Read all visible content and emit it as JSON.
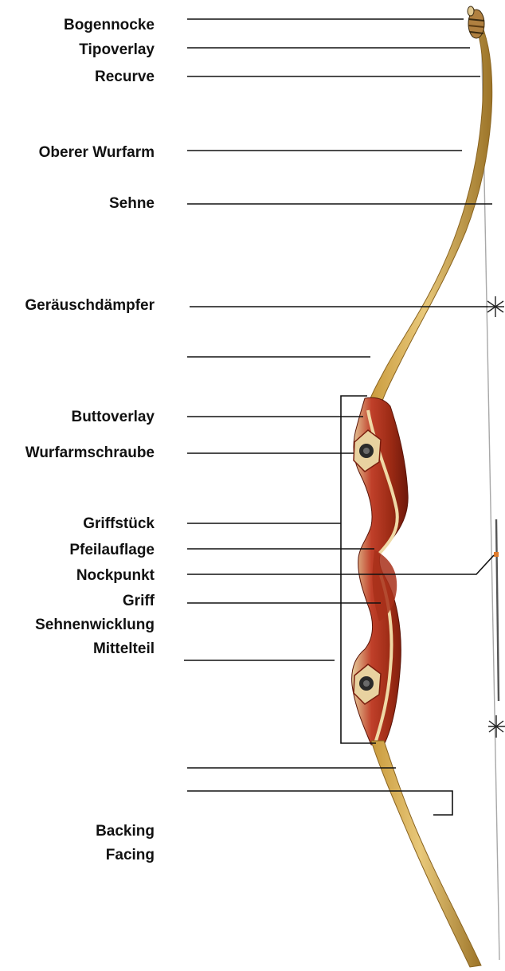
{
  "labels": {
    "bogennocke": "Bogennocke",
    "tipoverlay": "Tipoverlay",
    "recurve": "Recurve",
    "oberer_wurfarm": "Oberer Wurfarm",
    "sehne": "Sehne",
    "geraeuschdaempfer": "Geräuschdämpfer",
    "buttoverlay": "Buttoverlay",
    "wurfarmschraube": "Wurfarmschraube",
    "griffstueck": "Griffstück",
    "pfeilauflage": "Pfeilauflage",
    "nockpunkt": "Nockpunkt",
    "griff": "Griff",
    "sehnenwicklung": "Sehnenwicklung",
    "mittelteil": "Mittelteil",
    "backing": "Backing",
    "facing": "Facing"
  },
  "colors": {
    "limb_light": "#e2c070",
    "limb_mid": "#c99a3c",
    "limb_dark": "#8a6420",
    "riser_red": "#b5341c",
    "riser_dark": "#7a1e0e",
    "riser_light": "#e8d2a0",
    "string": "#9a9a9a",
    "serving": "#555555",
    "nock_point": "#e07a2a",
    "leader": "#111111"
  }
}
